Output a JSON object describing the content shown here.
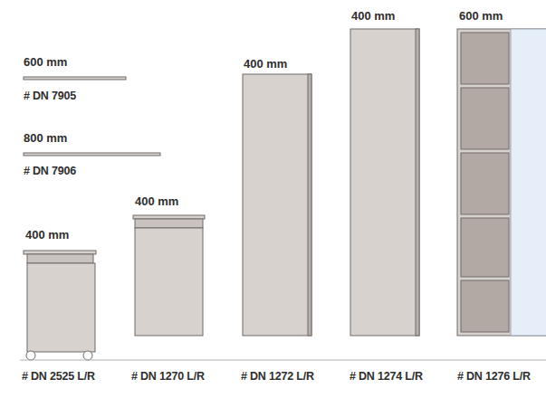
{
  "diagram": {
    "labels": [
      "600 mm",
      "# DN 7905",
      "800 mm",
      "# DN 7906",
      "400 mm",
      "400 mm",
      "600 mm",
      "400 mm",
      "400 mm",
      "# DN 2525 L/R",
      "# DN 1270 L/R",
      "# DN 1272 L/R",
      "# DN 1274 L/R",
      "# DN 1276 L/R"
    ]
  }
}
